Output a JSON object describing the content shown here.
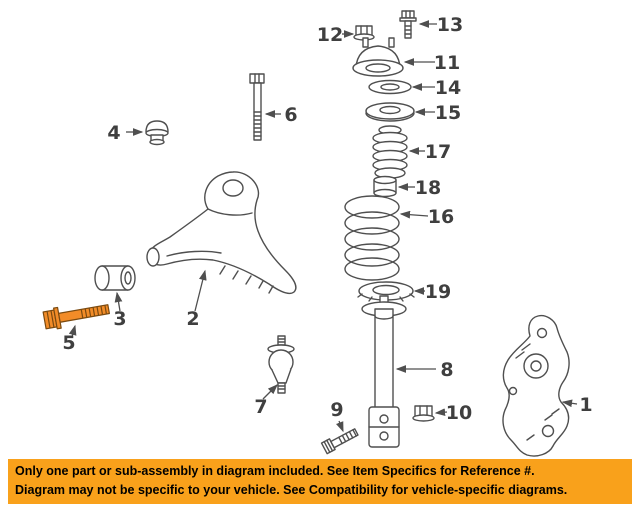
{
  "callouts": {
    "c1": "1",
    "c2": "2",
    "c3": "3",
    "c4": "4",
    "c5": "5",
    "c6": "6",
    "c7": "7",
    "c8": "8",
    "c9": "9",
    "c10": "10",
    "c11": "11",
    "c12": "12",
    "c13": "13",
    "c14": "14",
    "c15": "15",
    "c16": "16",
    "c17": "17",
    "c18": "18",
    "c19": "19"
  },
  "banner": {
    "line1": "Only one part or sub-assembly in diagram included. See Item Specifics for Reference #.",
    "line2": "Diagram may not be specific to your vehicle. See Compatibility for vehicle-specific diagrams."
  },
  "colors": {
    "banner_bg": "#F9A11B",
    "banner_text": "#000000",
    "highlight": "#F28C28",
    "line_art": "#4f4f4f",
    "label_text": "#3f3f3f"
  }
}
